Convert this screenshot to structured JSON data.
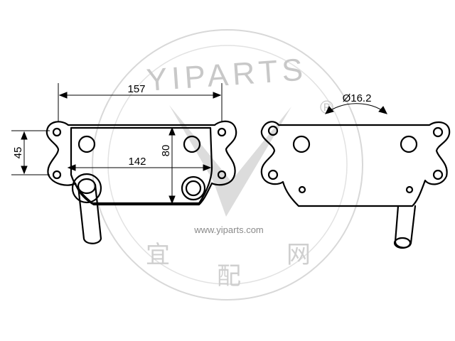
{
  "drawing": {
    "left_view": {
      "dim_overall_length": "157",
      "dim_hole_spacing": "142",
      "dim_height": "80",
      "dim_flange_height": "45"
    },
    "right_view": {
      "dim_diameter": "Ø16.2"
    }
  },
  "watermark": {
    "brand": "YIPARTS",
    "url": "www.yiparts.com",
    "chinese": [
      "宜",
      "配",
      "网"
    ],
    "registered": "®"
  },
  "colors": {
    "line": "#000000",
    "watermark": "#c8c8c8",
    "background": "#ffffff"
  }
}
